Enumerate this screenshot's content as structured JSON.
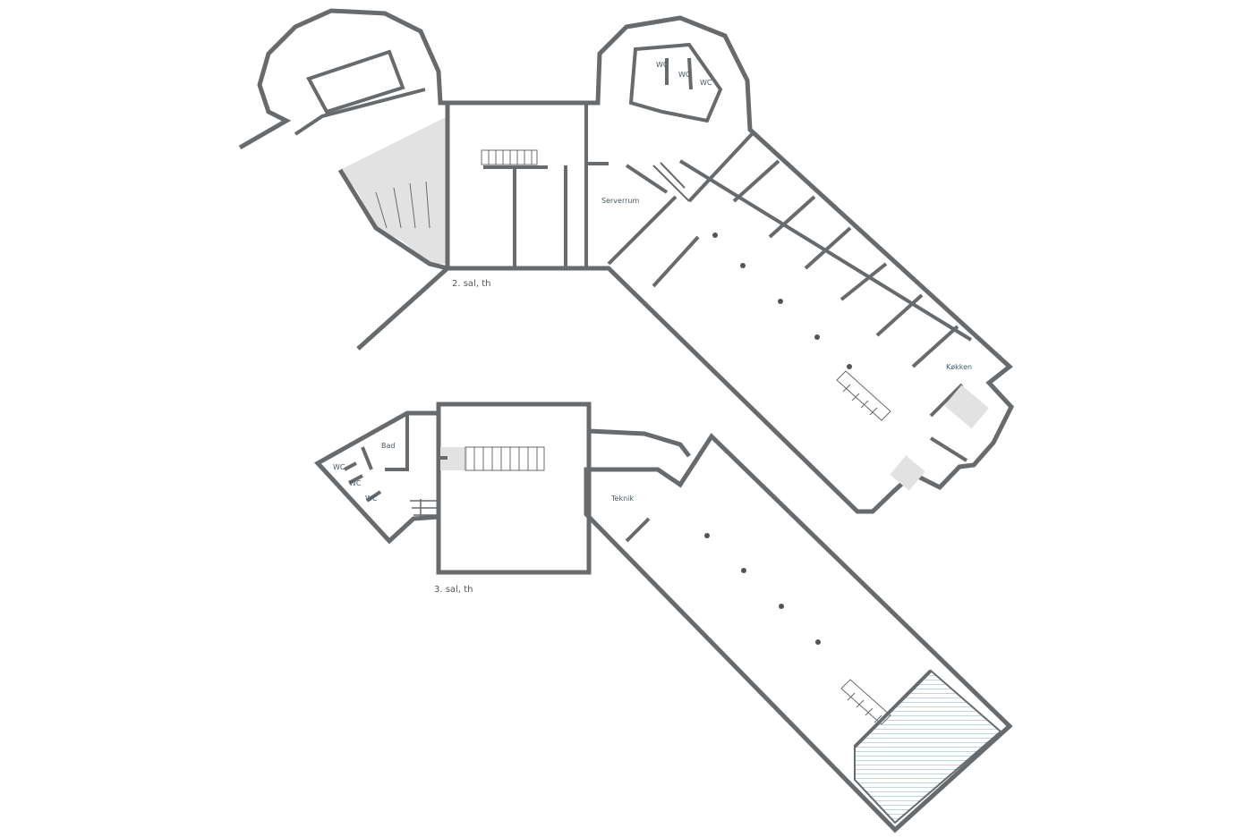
{
  "colors": {
    "room_blue": "#b4e4f4",
    "wall": "#676b6e",
    "common_grey": "#e2e2e2"
  },
  "floors": [
    {
      "label": "2. sal, th",
      "rooms": {
        "wc": [
          "WC",
          "WC",
          "WC"
        ],
        "server": "Serverrum",
        "kitchen": "Køkken"
      }
    },
    {
      "label": "3. sal, th",
      "rooms": {
        "bath": "Bad",
        "wc": [
          "WC",
          "WC",
          "WC"
        ],
        "technical": "Teknik"
      }
    }
  ]
}
